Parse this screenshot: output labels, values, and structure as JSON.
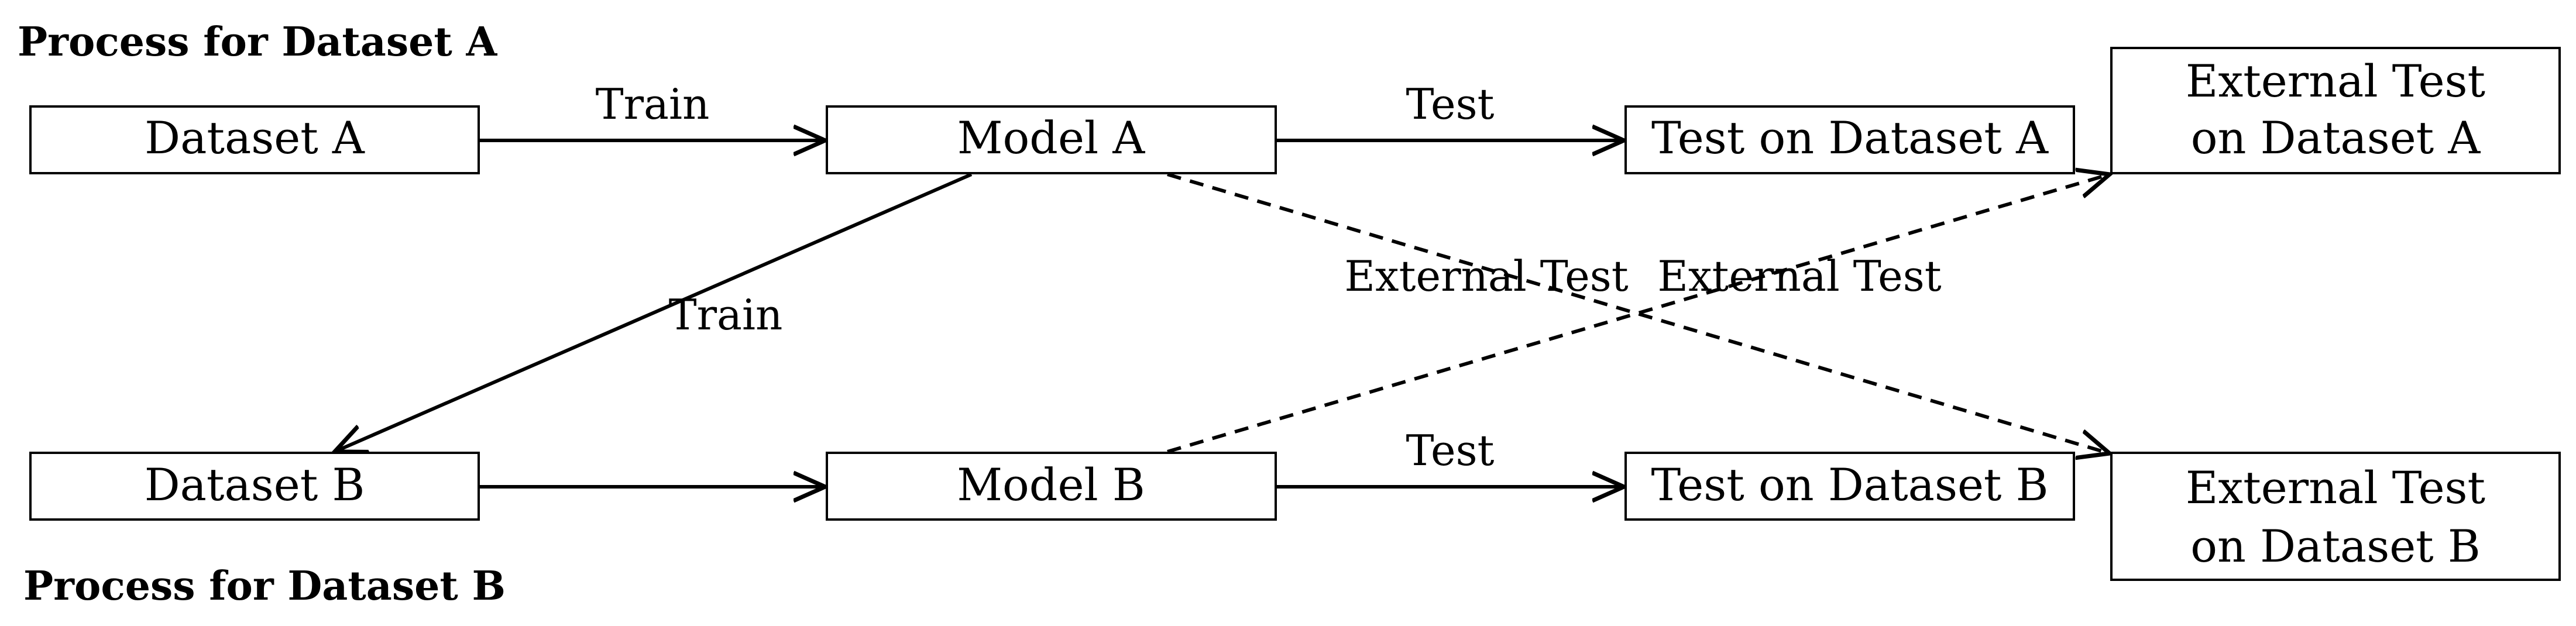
{
  "headings": {
    "top": "Process for Dataset A",
    "bottom": "Process for Dataset B"
  },
  "nodes": {
    "dataset_a": "Dataset A",
    "model_a": "Model A",
    "test_a": "Test on Dataset A",
    "ext_a_line1": "External Test",
    "ext_a_line2": "on Dataset A",
    "dataset_b": "Dataset B",
    "model_b": "Model B",
    "test_b": "Test on Dataset B",
    "ext_b_line1": "External Test",
    "ext_b_line2": "on Dataset B"
  },
  "edges": {
    "train_a": "Train",
    "test_a": "Test",
    "train_cross": "Train",
    "test_b": "Test",
    "external_a_to_b": "External Test",
    "external_b_to_a": "External Test"
  }
}
